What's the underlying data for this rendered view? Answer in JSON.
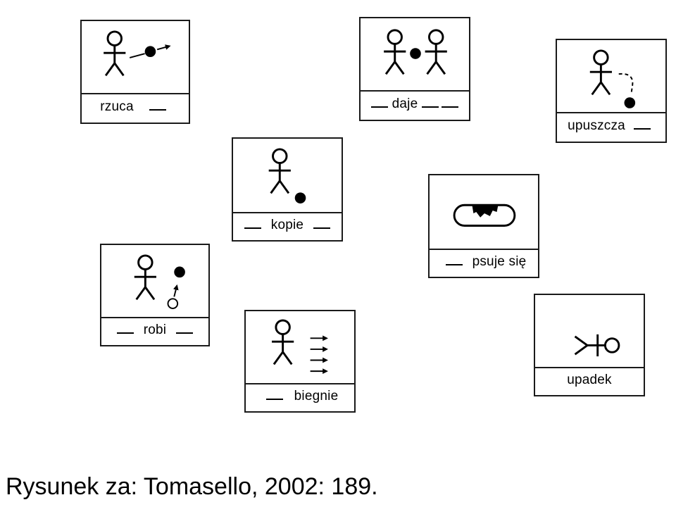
{
  "cards": {
    "rzuca": {
      "label": "rzuca",
      "slots_before": 0,
      "slots_after": 1
    },
    "daje": {
      "label": "daje",
      "slots_before": 1,
      "slots_after": 2
    },
    "upuszcza": {
      "label": "upuszcza",
      "slots_before": 0,
      "slots_after": 1
    },
    "kopie": {
      "label": "kopie",
      "slots_before": 1,
      "slots_after": 1
    },
    "psuje_sie": {
      "label": "psuje się",
      "slots_before": 1,
      "slots_after": 0
    },
    "robi": {
      "label": "robi",
      "slots_before": 1,
      "slots_after": 1
    },
    "biegnie": {
      "label": "biegnie",
      "slots_before": 1,
      "slots_after": 0
    },
    "upadek": {
      "label": "upadek",
      "slots_before": 0,
      "slots_after": 0
    }
  },
  "figure_caption": "Rysunek za: Tomasello, 2002: 189.",
  "colors": {
    "ink": "#000000",
    "border": "#1a1a1a",
    "background": "#ffffff"
  }
}
